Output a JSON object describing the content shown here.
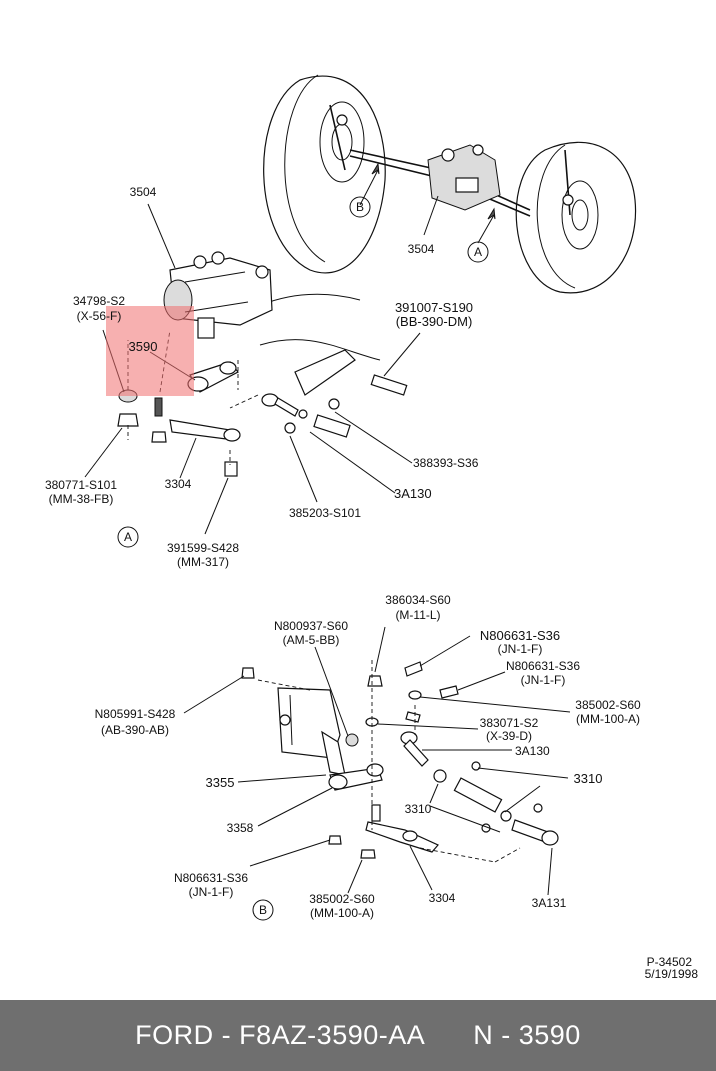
{
  "labels": {
    "l3504a": "3504",
    "l3504b": "3504",
    "lB1": "B",
    "lA1": "A",
    "l34798a": "34798-S2",
    "l34798b": "(X-56-F)",
    "l3590": "3590",
    "l391007a": "391007-S190",
    "l391007b": "(BB-390-DM)",
    "l388393": "388393-S36",
    "l3A130a": "3A130",
    "l380771a": "380771-S101",
    "l380771b": "(MM-38-FB)",
    "l3304a": "3304",
    "l385203": "385203-S101",
    "lA2": "A",
    "l391599a": "391599-S428",
    "l391599b": "(MM-317)",
    "l386034a": "386034-S60",
    "l386034b": "(M-11-L)",
    "lN800937a": "N800937-S60",
    "lN800937b": "(AM-5-BB)",
    "lN806631a": "N806631-S36",
    "lN806631b": "(JN-1-F)",
    "lN806631c": "N806631-S36",
    "lN806631d": "(JN-1-F)",
    "lN805991a": "N805991-S428",
    "lN805991b": "(AB-390-AB)",
    "l385002a": "385002-S60",
    "l385002b": "(MM-100-A)",
    "l383071a": "383071-S2",
    "l383071b": "(X-39-D)",
    "l3A130b": "3A130",
    "l3355": "3355",
    "l3310a": "3310",
    "l3310b": "3310",
    "l3358": "3358",
    "lN806631e": "N806631-S36",
    "lN806631f": "(JN-1-F)",
    "l385002c": "385002-S60",
    "l385002d": "(MM-100-A)",
    "l3304b": "3304",
    "l3A131": "3A131",
    "lB2": "B",
    "lP34502": "P-34502",
    "lDate": "5/19/1998"
  },
  "footer": {
    "brand": "FORD",
    "part_number": "F8AZ-3590-AA",
    "ref": "N - 3590"
  },
  "colors": {
    "highlight": "#f07070",
    "footer_bg": "#6f6f6f"
  }
}
